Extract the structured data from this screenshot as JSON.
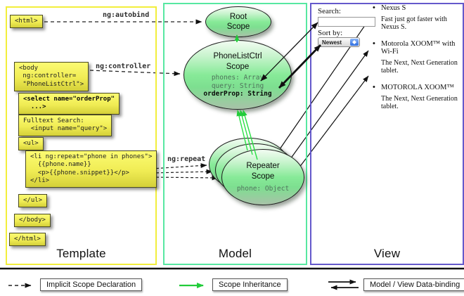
{
  "colors": {
    "template_border": "#f2ee3c",
    "model_border": "#57e8a1",
    "view_border": "#6459cb",
    "code_box_fill": "#f0ec54",
    "scope_fill": "#87ea98",
    "inheritance_arrow": "#22cc3a",
    "binding_arrow": "#111111"
  },
  "columns": {
    "template": {
      "label": "Template"
    },
    "model": {
      "label": "Model"
    },
    "view": {
      "label": "View"
    }
  },
  "template_code": {
    "html_open": "<html>",
    "body_open": "<body\n ng:controller=\n \"PhoneListCtrl\">",
    "select": "<select name=\"orderProp\"\n  ...>",
    "fulltext": "Fulltext Search:\n  <input name=\"query\">",
    "ul_open": "<ul>",
    "li_repeat": "<li ng:repeat=\"phone in phones\">\n  {{phone.name}}\n  <p>{{phone.snippet}}</p>\n</li>",
    "ul_close": "</ul>",
    "body_close": "</body>",
    "html_close": "</html>"
  },
  "arrow_labels": {
    "autobind": "ng:autobind",
    "controller": "ng:controller",
    "repeat": "ng:repeat"
  },
  "model": {
    "root_scope": {
      "title": "Root\nScope"
    },
    "phonelist_scope": {
      "title": "PhoneListCtrl\nScope",
      "props": [
        "phones: Array",
        "query: String"
      ],
      "bold_prop": "orderProp: String"
    },
    "repeater_scope": {
      "title": "Repeater\nScope",
      "prop": "phone: Object"
    }
  },
  "view": {
    "search_label": "Search:",
    "search_value": "",
    "sort_label": "Sort by:",
    "sort_value": "Newest",
    "items": [
      {
        "name": "Nexus S",
        "desc": "Fast just got faster with Nexus S."
      },
      {
        "name": "Motorola XOOM™ with Wi-Fi",
        "desc": "The Next, Next Generation tablet."
      },
      {
        "name": "MOTOROLA XOOM™",
        "desc": "The Next, Next Generation tablet."
      }
    ]
  },
  "legend": {
    "implicit": "Implicit Scope Declaration",
    "inheritance": "Scope Inheritance",
    "databinding": "Model / View Data-binding"
  }
}
